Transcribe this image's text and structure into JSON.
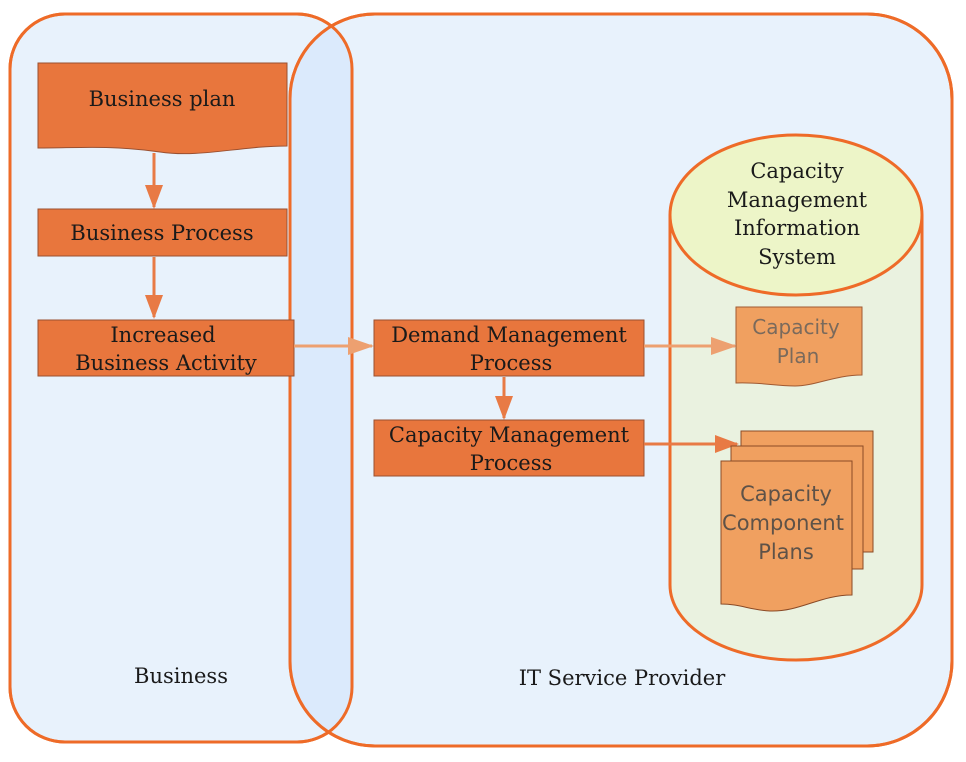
{
  "colors": {
    "border": "#ee6b28",
    "box_fill": "#e8763d",
    "box_stroke": "#9a5030",
    "doc_fill": "#f0a060",
    "doc_stroke": "#a05a32",
    "arrow": "#e87a45",
    "arrow_light": "#eda070",
    "region_fill": "#e8f2fc",
    "overlap_fill": "#dbeafc",
    "cylinder_fill": "#eaf2e0",
    "cylinder_top": "#edf5c8"
  },
  "regions": {
    "business": "Business",
    "it_provider": "IT Service Provider"
  },
  "nodes": {
    "business_plan": "Business plan",
    "business_process": "Business Process",
    "increased_activity": [
      "Increased",
      "Business Activity"
    ],
    "demand_mgmt": [
      "Demand Management",
      "Process"
    ],
    "capacity_mgmt": [
      "Capacity Management",
      "Process"
    ],
    "cmis": [
      "Capacity",
      "Management",
      "Information",
      "System"
    ],
    "capacity_plan": [
      "Capacity",
      "Plan"
    ],
    "component_plans": [
      "Capacity",
      "Component",
      "Plans"
    ]
  }
}
